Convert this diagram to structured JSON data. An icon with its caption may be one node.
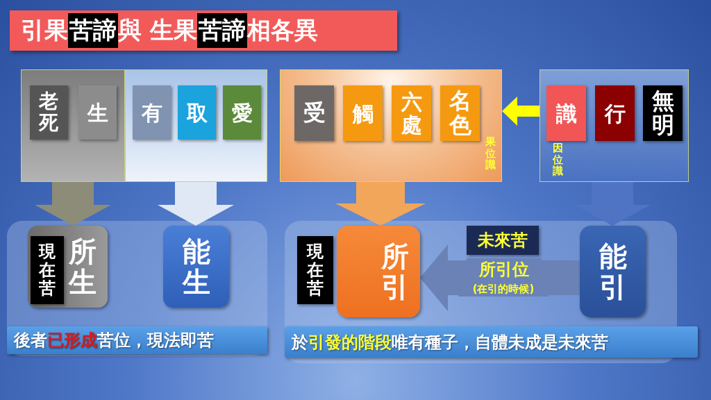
{
  "diagram": {
    "title": "引果**苦諦** 與 生果**苦諦** 相各異",
    "nodes": [
      {
        "text": [],
        "shape": "box"
      },
      {
        "text": [
          "老死"
        ],
        "in": 0
      },
      {
        "text": [
          "生"
        ],
        "in": 0
      },
      {
        "text": [],
        "shape": "box"
      },
      {
        "text": [
          "有"
        ],
        "in": 3
      },
      {
        "text": [
          "取"
        ],
        "in": 3
      },
      {
        "text": [
          "愛"
        ],
        "in": 3
      },
      {
        "text": [],
        "shape": "box"
      },
      {
        "text": [
          "受"
        ],
        "in": 7
      },
      {
        "text": [
          "觸"
        ],
        "in": 7
      },
      {
        "text": [
          "六處"
        ],
        "in": 7
      },
      {
        "text": [
          "名色"
        ],
        "in": 7,
        "beside": [
          "果位識"
        ]
      },
      {
        "text": [],
        "shape": "box"
      },
      {
        "text": [
          "識"
        ],
        "in": 12,
        "beside": [
          "因位識"
        ]
      },
      {
        "text": [
          "行"
        ],
        "in": 12
      },
      {
        "text": [
          "無明"
        ],
        "in": 12
      },
      {
        "text": [],
        "shape": "box"
      },
      {
        "text": [
          "所生"
        ],
        "in": 16
      },
      {
        "text": [
          "現在苦"
        ],
        "in": 17
      },
      {
        "text": [
          "能生"
        ],
        "in": 16
      },
      {
        "text": [
          "後者**已形成**苦位，現法即苦"
        ],
        "in": 16
      },
      {
        "text": [],
        "shape": "box"
      },
      {
        "text": [
          "現在苦"
        ],
        "in": 21
      },
      {
        "text": [
          "所引"
        ],
        "in": 21
      },
      {
        "text": [
          "未來苦"
        ],
        "in": 21
      },
      {
        "text": [
          "能引"
        ],
        "in": 21
      },
      {
        "text": [
          "於**引發的階段**唯有種子，自體未成是未來苦"
        ],
        "in": 21
      }
    ],
    "edges": [
      {
        "from": 0,
        "to": 17,
        "arrow": "to",
        "color": "#8c8c78"
      },
      {
        "from": 3,
        "to": 19,
        "arrow": "to",
        "color": "#dfe8f4"
      },
      {
        "from": 7,
        "to": 23,
        "arrow": "to",
        "color": "#f2a65a"
      },
      {
        "from": 12,
        "to": 25,
        "arrow": "to",
        "color": "#4f74c4"
      },
      {
        "from": 12,
        "to": 7,
        "arrow": "to",
        "color": "#ffff00"
      },
      {
        "from": 25,
        "to": 23,
        "arrow": "to",
        "label": "所引位",
        "color": "#6a82b5"
      }
    ],
    "labels": [
      "(在引的時候)"
    ]
  }
}
